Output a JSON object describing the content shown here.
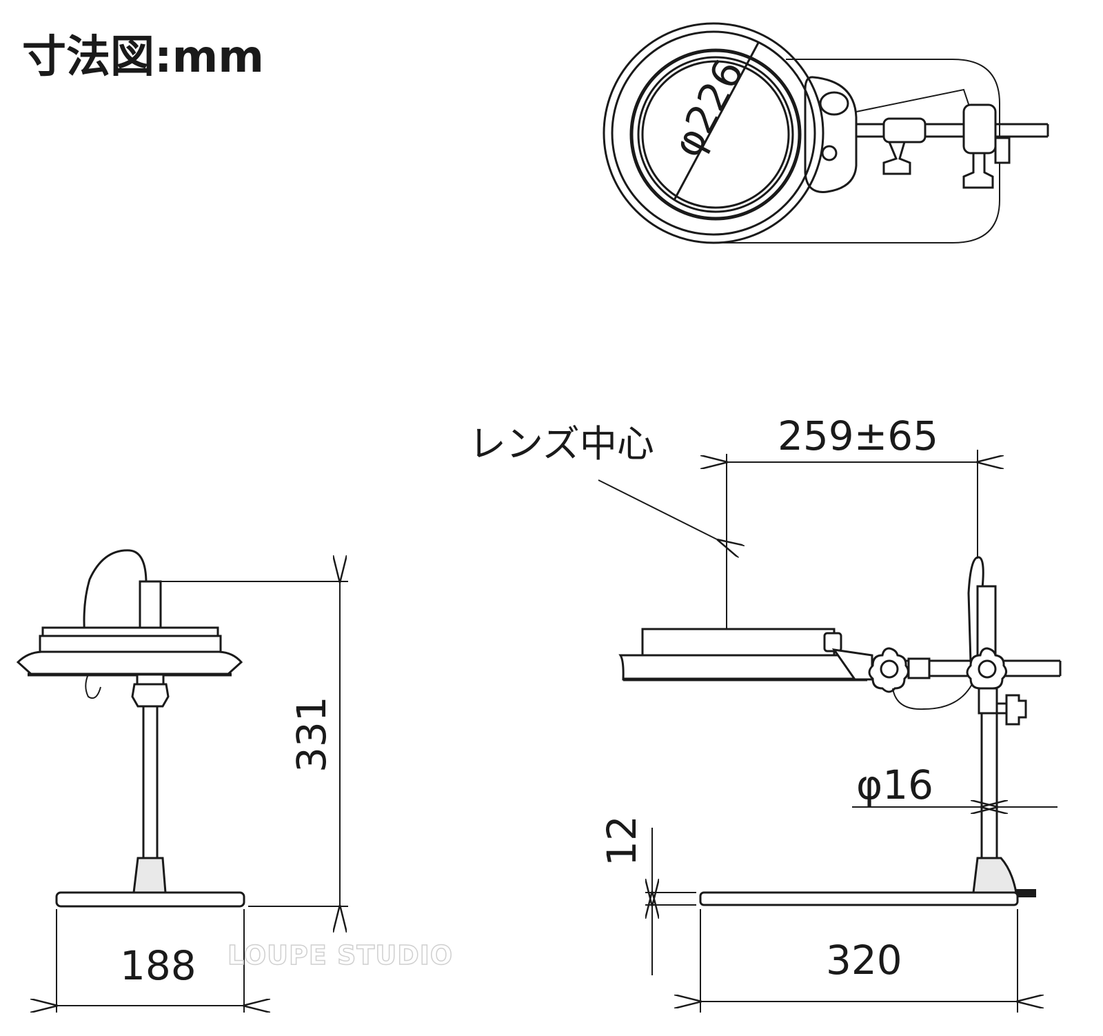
{
  "title": "寸法図:mm",
  "watermark": "LOUPE STUDIO",
  "labels": {
    "lens_center": "レンズ中心"
  },
  "dimensions": {
    "lens_diameter": "φ226",
    "arm_reach": "259±65",
    "height": "331",
    "base_width": "188",
    "base_length": "320",
    "base_thickness": "12",
    "pole_diameter": "φ16"
  },
  "colors": {
    "line": "#1a1a1a",
    "background": "#ffffff",
    "watermark": "#cfcfcf"
  }
}
